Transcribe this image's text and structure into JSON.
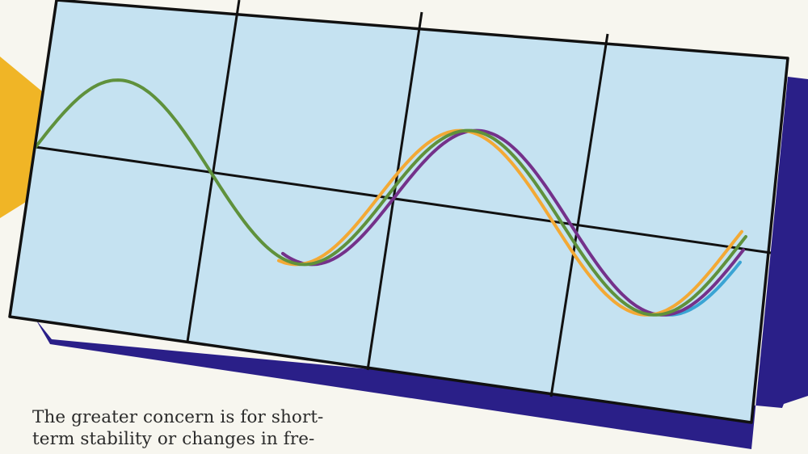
{
  "caption": {
    "line1": "The greater concern is for short-",
    "line2": "term stability or changes in fre-"
  },
  "colors": {
    "background": "#f7f6ef",
    "panel": "#c5e2f1",
    "frame": "#111111",
    "shadow": "#2a1f88",
    "accent": "#f0b526",
    "wave_green": "#5f913c",
    "wave_orange": "#f3a935",
    "wave_purple": "#74318a",
    "wave_cyan": "#3aa4d4"
  },
  "illustration": {
    "subject": "oscilloscope-style grid with phase-shifted sine waves",
    "wave_count": 4
  }
}
